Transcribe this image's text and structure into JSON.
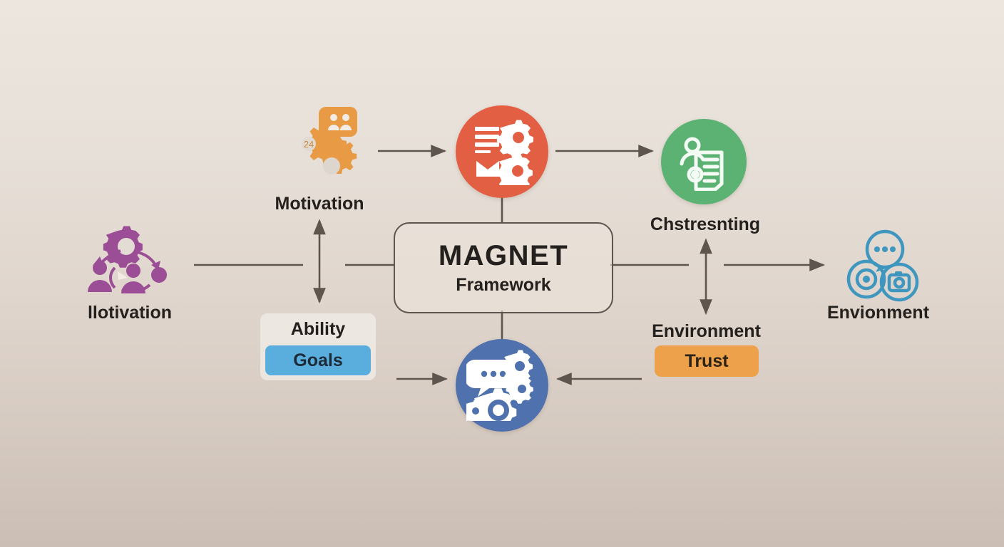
{
  "diagram": {
    "title": "MAGNET Framework conceptual diagram",
    "background": {
      "gradient_top": "#ece6de",
      "gradient_bottom": "#cbbfb5"
    },
    "center": {
      "title": "MAGNET",
      "subtitle": "Framework",
      "border_color": "#5d554e"
    },
    "nodes": [
      {
        "id": "motivation-icon",
        "label": "Motivation",
        "icon": "gears-people-speech-bubble-icon",
        "color": "#e89a45",
        "style": "flat"
      },
      {
        "id": "process-node",
        "label": "",
        "icon": "document-envelope-gears-icon",
        "color": "#e25f43",
        "style": "circle"
      },
      {
        "id": "chstresnting-node",
        "label": "Chstresnting",
        "icon": "person-document-gear-icon",
        "color": "#5cb272",
        "style": "circle"
      },
      {
        "id": "llotivation-icon",
        "label": "llotivation",
        "icon": "gear-people-cycle-icon",
        "color": "#9b4d96",
        "style": "flat"
      },
      {
        "id": "communication-node",
        "label": "",
        "icon": "speech-bubble-gears-icon",
        "color": "#4f71ad",
        "style": "circle"
      },
      {
        "id": "envionment-icon",
        "label": "Envionment",
        "icon": "chat-camera-circles-icon",
        "color": "#3f96bf",
        "style": "flat"
      }
    ],
    "cards": {
      "ability": {
        "title": "Ability",
        "badge_label": "Goals",
        "badge_color": "#59aede"
      },
      "environment": {
        "title": "Environment",
        "badge_label": "Trust",
        "badge_color": "#eda14a"
      }
    },
    "connectors": {
      "line_color": "#5d554e",
      "items": [
        {
          "name": "motivation-to-process",
          "type": "arrow-right"
        },
        {
          "name": "process-to-chstresnting",
          "type": "arrow-right"
        },
        {
          "name": "motivation-to-center",
          "type": "double-arrow-vertical"
        },
        {
          "name": "chstresnting-to-center",
          "type": "double-arrow-vertical"
        },
        {
          "name": "llotivation-to-center",
          "type": "plain-line"
        },
        {
          "name": "center-left-stub",
          "type": "plain-line"
        },
        {
          "name": "center-to-envionment",
          "type": "arrow-right"
        },
        {
          "name": "ability-to-communication",
          "type": "arrow-right"
        },
        {
          "name": "trust-to-communication",
          "type": "arrow-left"
        },
        {
          "name": "center-to-process",
          "type": "plain-line-vertical"
        },
        {
          "name": "center-to-communication",
          "type": "plain-line-vertical"
        }
      ]
    }
  }
}
